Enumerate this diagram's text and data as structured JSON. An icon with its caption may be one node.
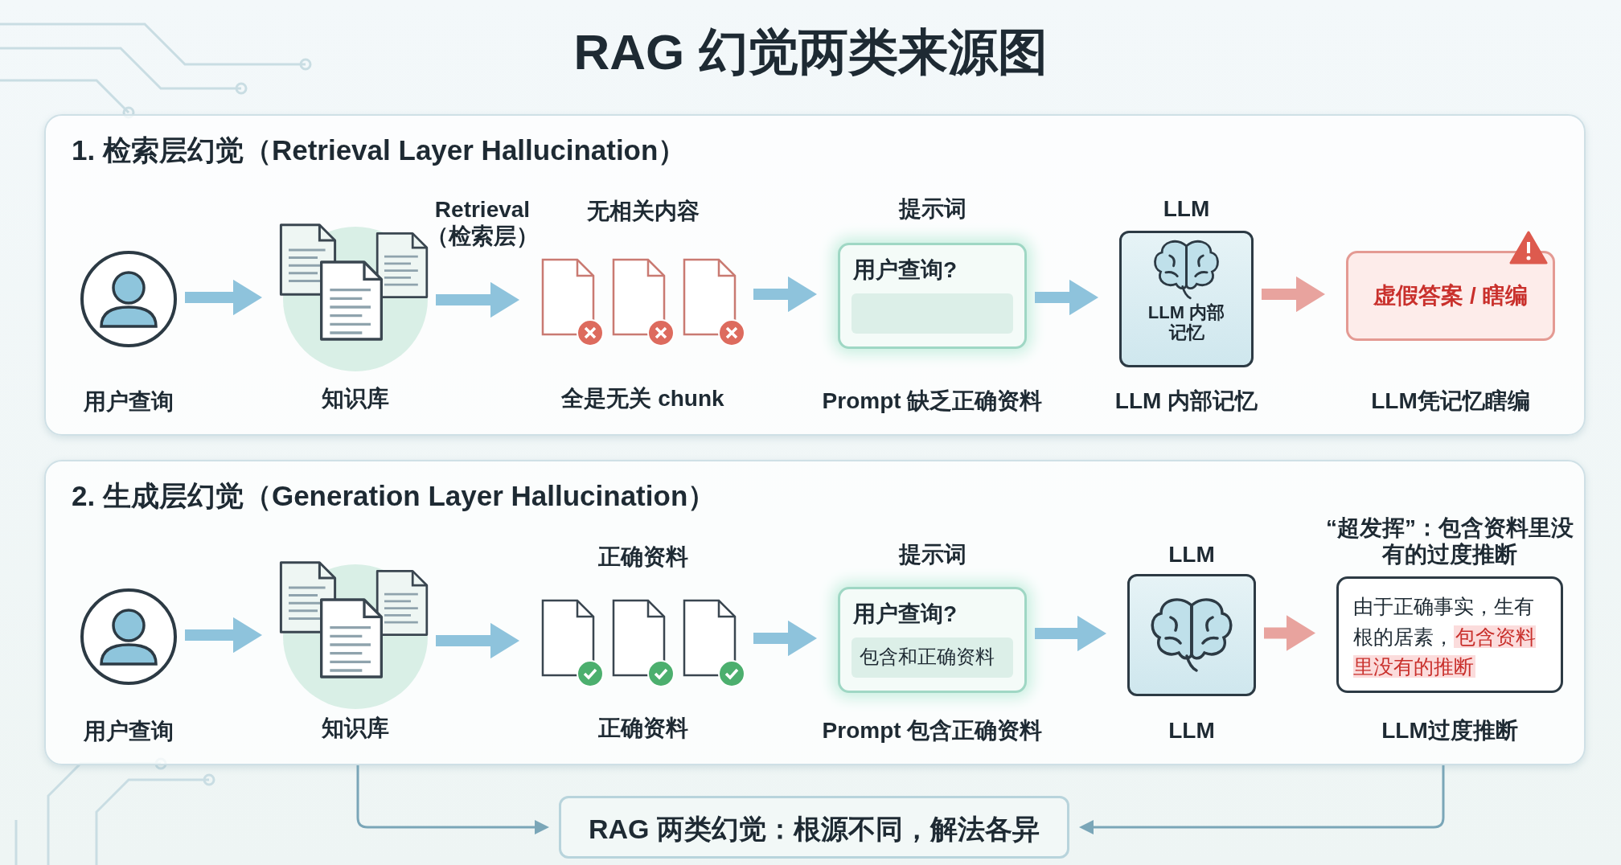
{
  "diagram": {
    "title": "RAG 幻觉两类来源图",
    "nodes": [
      {
        "text": [
          "1. 检索层幻觉（Retrieval Layer Hallucination）"
        ]
      },
      {
        "text": [
          "用户查询"
        ],
        "in": 0
      },
      {
        "text": [
          "知识库"
        ],
        "in": 0
      },
      {
        "text": [
          "无相关内容",
          "全是无关 chunk"
        ],
        "in": 0
      },
      {
        "text": [
          "提示词",
          "用户查询?",
          "Prompt 缺乏正确资料"
        ],
        "in": 0
      },
      {
        "text": [
          "LLM",
          "LLM 内部记忆",
          "LLM 内部记忆"
        ],
        "in": 0
      },
      {
        "text": [
          "虚假答案 / 瞎编",
          "LLM凭记忆瞎编"
        ],
        "in": 0
      },
      {
        "text": [
          "2. 生成层幻觉（Generation Layer Hallucination）"
        ]
      },
      {
        "text": [
          "用户查询"
        ],
        "in": 7
      },
      {
        "text": [
          "知识库"
        ],
        "in": 7
      },
      {
        "text": [
          "正确资料",
          "正确资料"
        ],
        "in": 7
      },
      {
        "text": [
          "提示词",
          "用户查询?",
          "包含和正确资料",
          "Prompt 包含正确资料"
        ],
        "in": 7
      },
      {
        "text": [
          "LLM",
          "LLM"
        ],
        "in": 7
      },
      {
        "text": [
          "“超发挥”：包含资料里没有的过度推断",
          "由于正确事实，生有根的居素，**包含资料里没有的推断**",
          "LLM过度推断"
        ],
        "in": 7
      },
      {
        "text": [
          "RAG 两类幻觉：根源不同，解法各异"
        ]
      }
    ],
    "edges": [
      {
        "from": 1,
        "to": 2,
        "arrow": "to"
      },
      {
        "from": 2,
        "to": 3,
        "arrow": "to",
        "label": "Retrieval （检索层）"
      },
      {
        "from": 3,
        "to": 4,
        "arrow": "to"
      },
      {
        "from": 4,
        "to": 5,
        "arrow": "to"
      },
      {
        "from": 5,
        "to": 6,
        "arrow": "to",
        "color": "#e8a39e"
      },
      {
        "from": 8,
        "to": 9,
        "arrow": "to"
      },
      {
        "from": 9,
        "to": 10,
        "arrow": "to"
      },
      {
        "from": 10,
        "to": 11,
        "arrow": "to"
      },
      {
        "from": 11,
        "to": 12,
        "arrow": "to"
      },
      {
        "from": 12,
        "to": 13,
        "arrow": "to",
        "color": "#e8a39e"
      },
      {
        "from": 7,
        "to": 14,
        "arrow": "to",
        "color": "#7aa6b8"
      },
      {
        "from": 7,
        "to": 14,
        "arrow": "to",
        "color": "#7aa6b8"
      }
    ]
  }
}
